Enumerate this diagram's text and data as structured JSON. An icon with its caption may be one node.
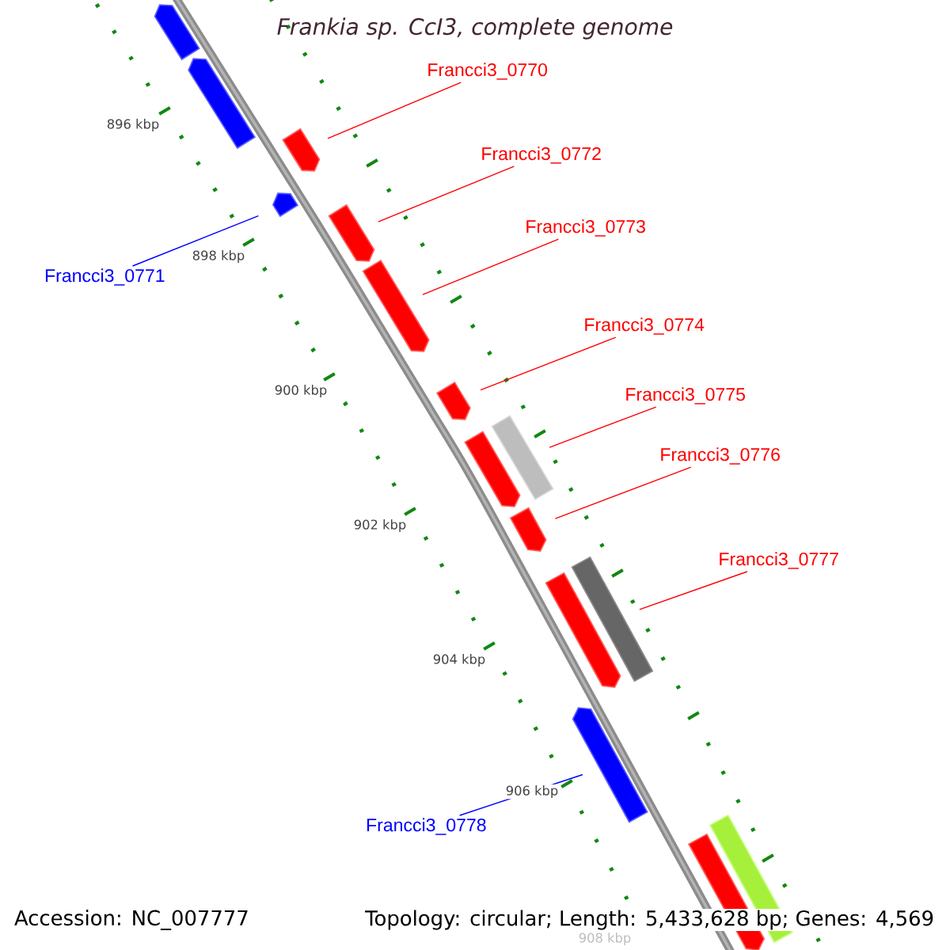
{
  "diagram": {
    "title": "Frankia sp. CcI3, complete genome",
    "nodes": [
      {
        "text": [
          "Francci3_0770"
        ]
      },
      {
        "text": [
          "Francci3_0772"
        ]
      },
      {
        "text": [
          "Francci3_0773"
        ]
      },
      {
        "text": [
          "Francci3_0771"
        ]
      },
      {
        "text": [
          "Francci3_0774"
        ]
      },
      {
        "text": [
          "Francci3_0775"
        ]
      },
      {
        "text": [
          "Francci3_0776"
        ]
      },
      {
        "text": [
          "Francci3_0777"
        ]
      },
      {
        "text": [
          "Francci3_0778"
        ]
      },
      {
        "text": [],
        "shape": "bar"
      },
      {
        "text": [],
        "shape": "bar"
      },
      {
        "text": [],
        "shape": "bar"
      },
      {
        "text": [],
        "shape": "bar"
      },
      {
        "text": [],
        "shape": "bar"
      },
      {
        "text": [],
        "shape": "bar"
      },
      {
        "text": [],
        "shape": "bar"
      },
      {
        "text": [],
        "shape": "bar"
      },
      {
        "text": [],
        "shape": "bar"
      },
      {
        "text": [],
        "shape": "bar"
      },
      {
        "text": [],
        "shape": "bar"
      },
      {
        "text": [],
        "shape": "bar"
      },
      {
        "text": [],
        "shape": "bar"
      },
      {
        "text": [],
        "shape": "bar"
      },
      {
        "text": [],
        "shape": "bar"
      }
    ],
    "edges": [
      {
        "from": 0,
        "to": 11,
        "arrow": "none"
      },
      {
        "from": 1,
        "to": 13,
        "arrow": "none"
      },
      {
        "from": 2,
        "to": 14,
        "arrow": "none"
      },
      {
        "from": 3,
        "to": 12,
        "arrow": "none",
        "color": "#0000ff"
      },
      {
        "from": 4,
        "to": 15,
        "arrow": "none"
      },
      {
        "from": 5,
        "to": 16,
        "arrow": "none"
      },
      {
        "from": 6,
        "to": 18,
        "arrow": "none"
      },
      {
        "from": 7,
        "to": 19,
        "arrow": "none"
      },
      {
        "from": 8,
        "to": 21,
        "arrow": "none",
        "color": "#0000ff"
      }
    ],
    "labels": [
      "896 kbp",
      "898 kbp",
      "900 kbp",
      "902 kbp",
      "904 kbp",
      "906 kbp",
      "908 kbp",
      "Accession: NC_007777",
      "Topology: circular; Length: 5,433,628 bp; Genes: 4,569"
    ]
  }
}
